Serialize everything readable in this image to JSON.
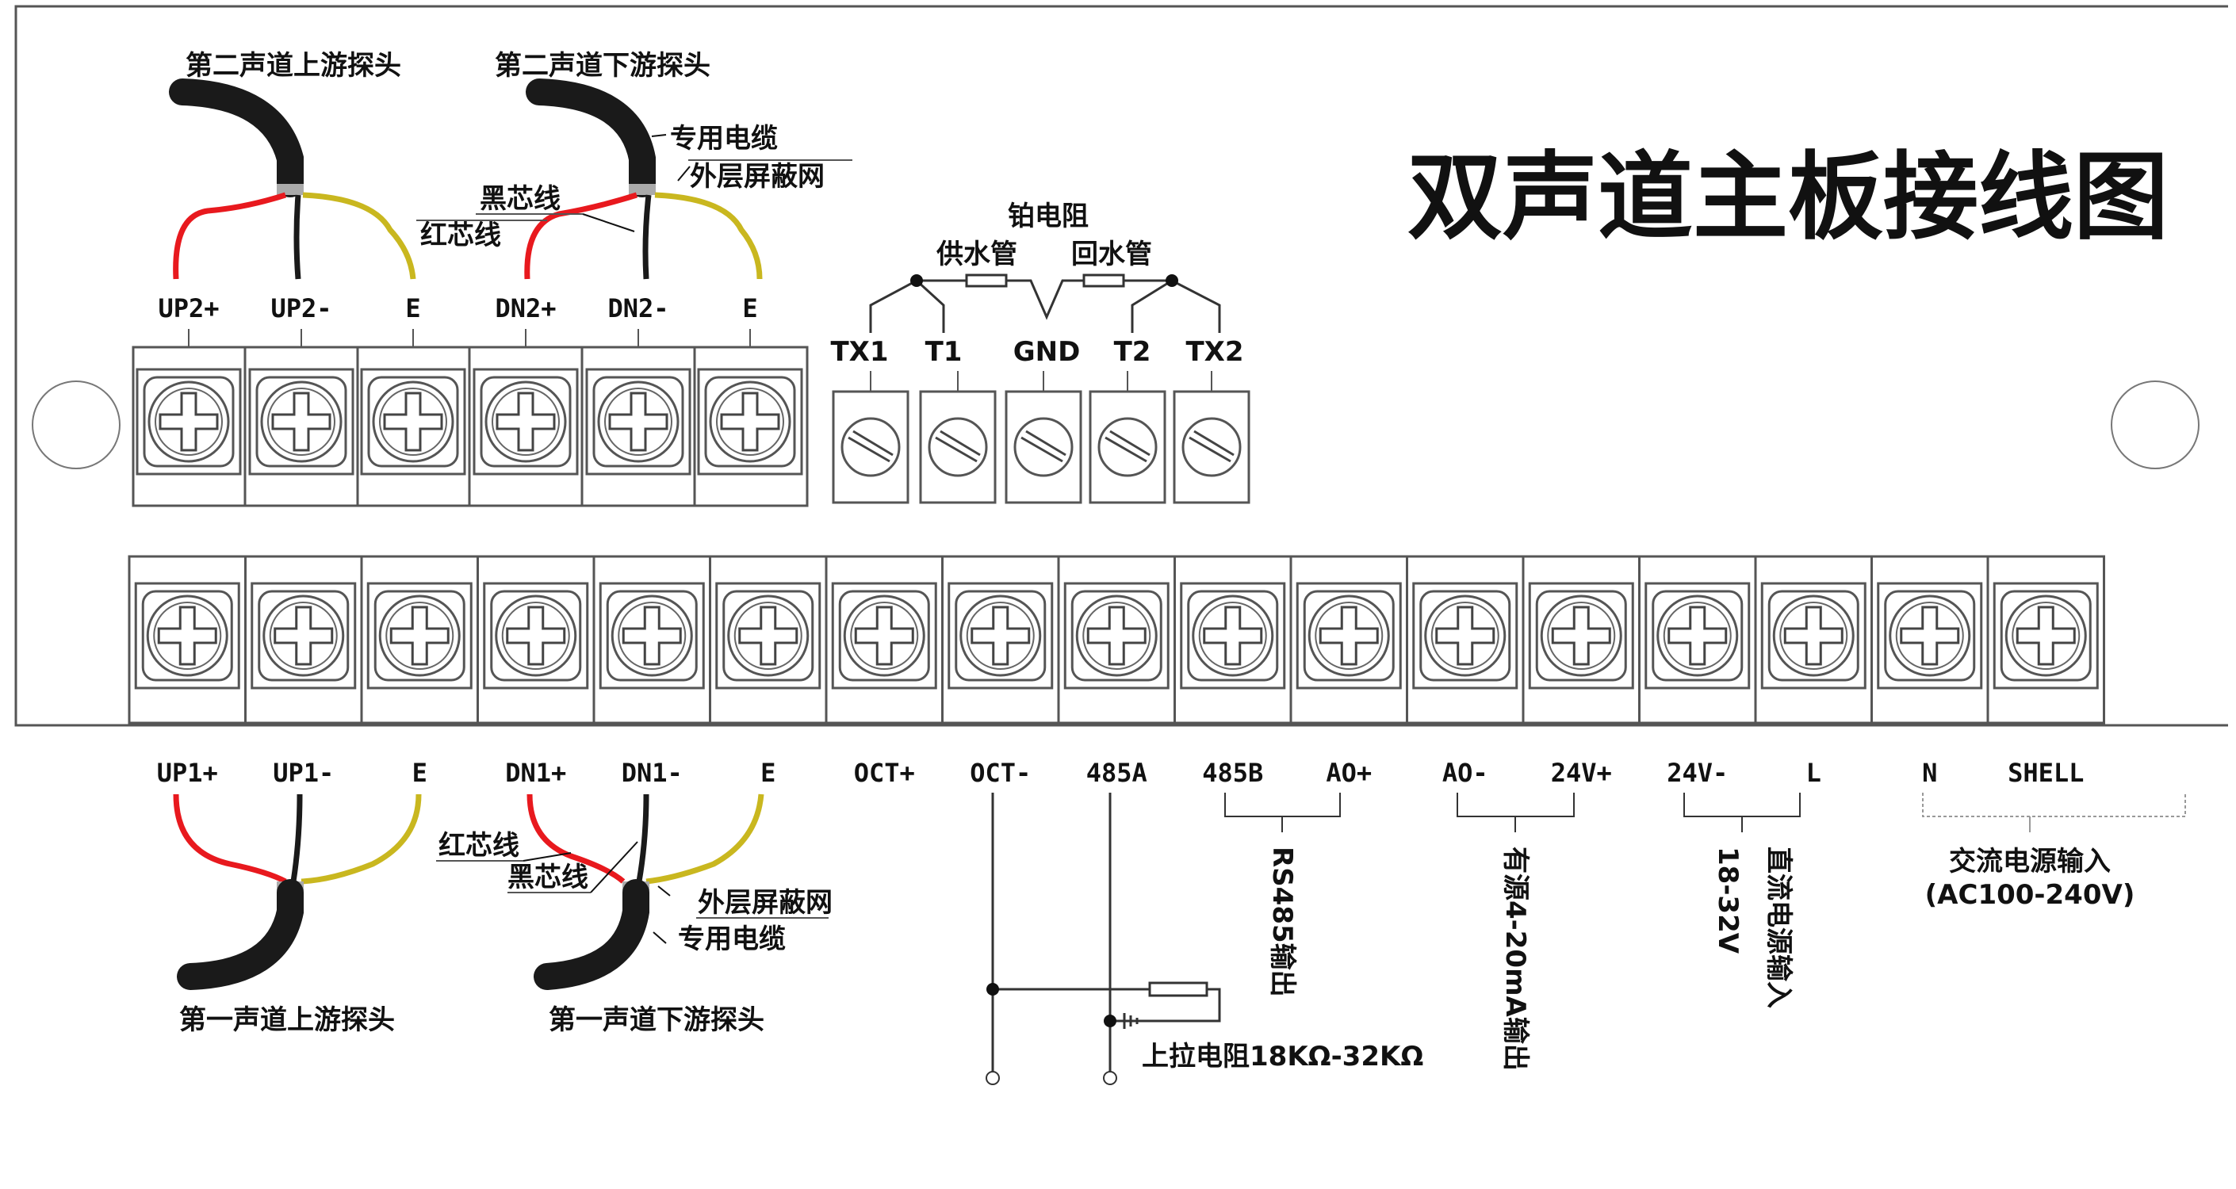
{
  "title": "双声道主板接线图",
  "upper_row": {
    "terminals": [
      "UP2+",
      "UP2-",
      "E",
      "DN2+",
      "DN2-",
      "E"
    ],
    "ch2_up_probe": "第二声道上游探头",
    "ch2_down_probe": "第二声道下游探头",
    "cable": "专用电缆",
    "shield": "外层屏蔽网",
    "black_wire": "黑芯线",
    "red_wire": "红芯线"
  },
  "rtd": {
    "title": "铂电阻",
    "supply": "供水管",
    "return": "回水管",
    "terminals": [
      "TX1",
      "T1",
      "GND",
      "T2",
      "TX2"
    ]
  },
  "lower_row": {
    "terminals": [
      "UP1+",
      "UP1-",
      "E",
      "DN1+",
      "DN1-",
      "E",
      "OCT+",
      "OCT-",
      "485A",
      "485B",
      "AO+",
      "AO-",
      "24V+",
      "24V-",
      "L",
      "N",
      "SHELL"
    ],
    "ch1_up_probe": "第一声道上游探头",
    "ch1_down_probe": "第一声道下游探头",
    "cable": "专用电缆",
    "shield": "外层屏蔽网",
    "black_wire": "黑芯线",
    "red_wire": "红芯线"
  },
  "outputs": {
    "rs485": "RS485输出",
    "ao": "有源4-20mA输出",
    "dc_power": "直流电源输入",
    "dc_range": "18-32V",
    "ac_power": "交流电源输入",
    "ac_range": "(AC100-240V)",
    "pullup": "上拉电阻18KΩ-32KΩ"
  },
  "colors": {
    "red_wire": "#e8191e",
    "black_wire": "#1a1a1a",
    "shield_wire": "#c9b71f",
    "outline": "#555555"
  }
}
